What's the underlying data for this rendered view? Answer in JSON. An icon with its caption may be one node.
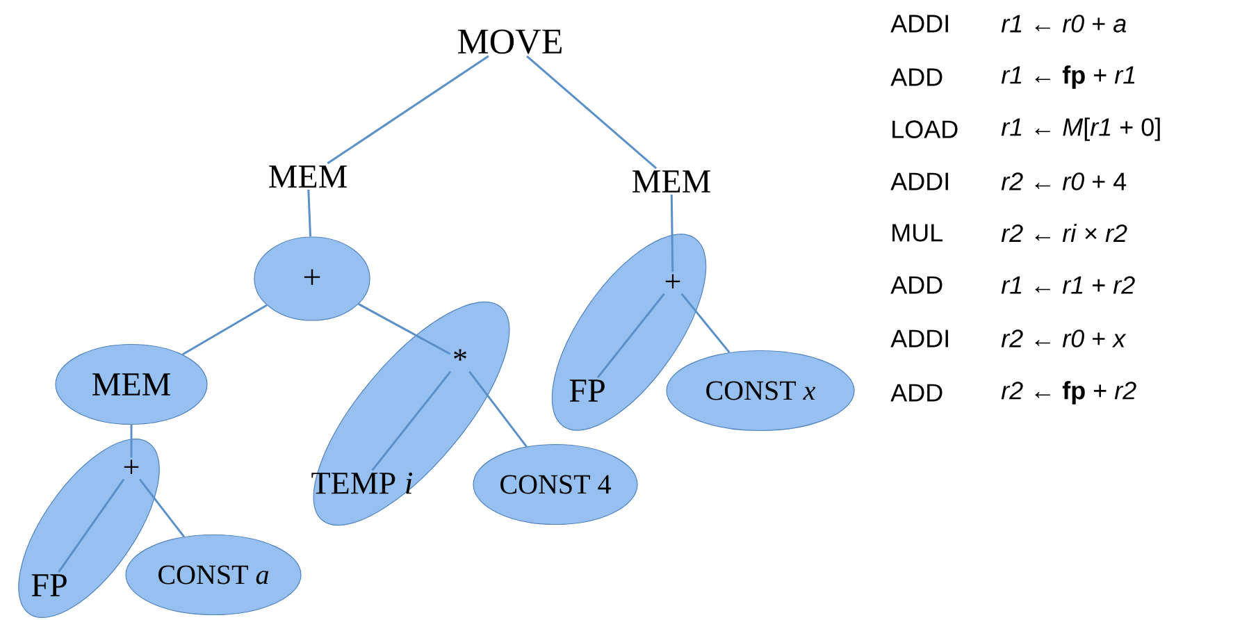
{
  "diagram": {
    "nodes": [
      {
        "text": [
          "MOVE"
        ]
      },
      {
        "text": [
          "MEM"
        ]
      },
      {
        "text": [
          "MEM"
        ]
      },
      {
        "text": [
          "+"
        ]
      },
      {
        "text": [
          "MEM"
        ]
      },
      {
        "text": [],
        "shape": "ellipse"
      },
      {
        "text": [
          "*"
        ],
        "in": 5
      },
      {
        "text": [
          "TEMP *i*"
        ],
        "in": 5
      },
      {
        "text": [
          "CONST 4"
        ]
      },
      {
        "text": [],
        "shape": "ellipse"
      },
      {
        "text": [
          "+"
        ],
        "in": 9
      },
      {
        "text": [
          "FP"
        ],
        "in": 9
      },
      {
        "text": [
          "CONST *a*"
        ]
      },
      {
        "text": [],
        "shape": "ellipse"
      },
      {
        "text": [
          "+"
        ],
        "in": 13
      },
      {
        "text": [
          "FP"
        ],
        "in": 13
      },
      {
        "text": [
          "CONST *x*"
        ]
      }
    ],
    "edges": [
      {
        "from": 0,
        "to": 1,
        "arrow": "none"
      },
      {
        "from": 0,
        "to": 2,
        "arrow": "none"
      },
      {
        "from": 1,
        "to": 3,
        "arrow": "none"
      },
      {
        "from": 3,
        "to": 4,
        "arrow": "none"
      },
      {
        "from": 3,
        "to": 6,
        "arrow": "none"
      },
      {
        "from": 4,
        "to": 10,
        "arrow": "none"
      },
      {
        "from": 10,
        "to": 11,
        "arrow": "none"
      },
      {
        "from": 10,
        "to": 12,
        "arrow": "none"
      },
      {
        "from": 6,
        "to": 7,
        "arrow": "none"
      },
      {
        "from": 6,
        "to": 8,
        "arrow": "none"
      },
      {
        "from": 2,
        "to": 14,
        "arrow": "none"
      },
      {
        "from": 14,
        "to": 15,
        "arrow": "none"
      },
      {
        "from": 14,
        "to": 16,
        "arrow": "none"
      }
    ],
    "labels": [
      "ADDI",
      "*r1* ← *r0* + *a*",
      "ADD",
      "*r1* ← **fp** + *r1*",
      "LOAD",
      "*r1* ← *M*[*r1* + 0]",
      "ADDI",
      "*r2* ← *r0* + 4",
      "MUL",
      "*r2* ← *ri* × *r2*",
      "ADD",
      "*r1* ← *r1* + *r2*",
      "ADDI",
      "*r2* ← *r0* + *x*",
      "ADD",
      "*r2* ← **fp** + *r2*"
    ]
  }
}
